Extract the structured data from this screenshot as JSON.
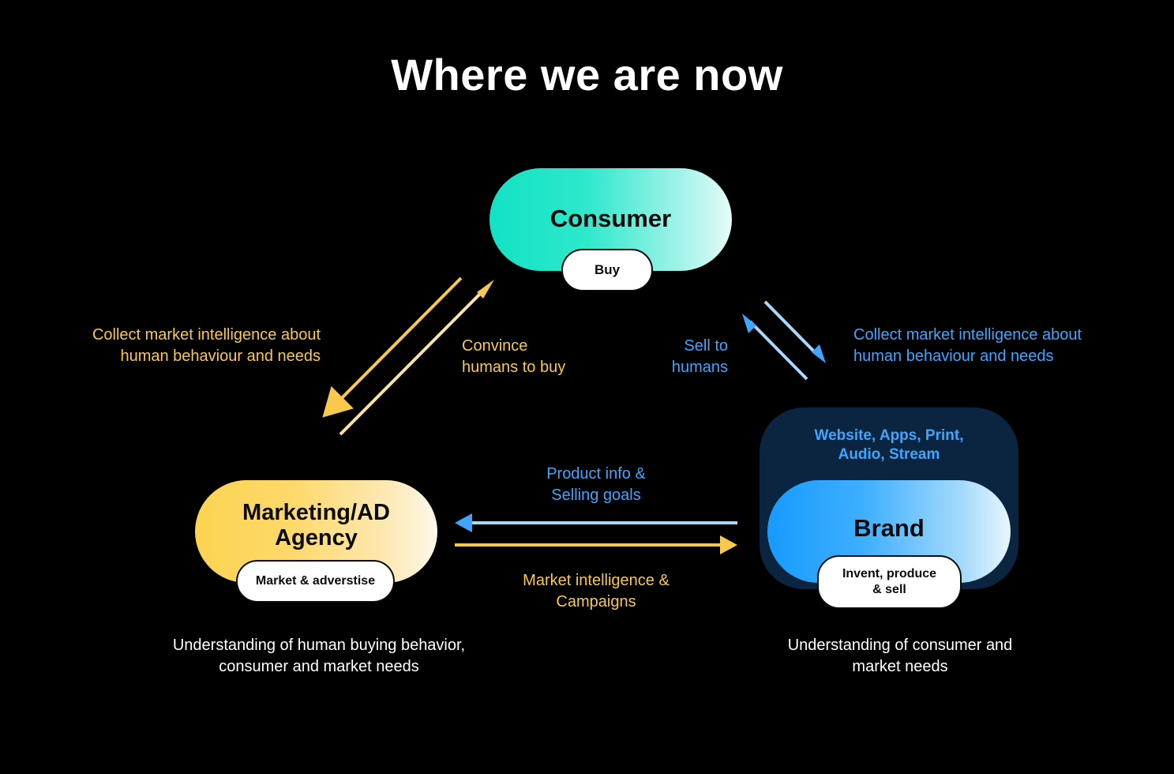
{
  "title": "Where we are now",
  "nodes": {
    "consumer": {
      "label": "Consumer",
      "tag": "Buy"
    },
    "agency": {
      "label": "Marketing/AD Agency",
      "tag": "Market & adverstise"
    },
    "brand": {
      "label": "Brand",
      "tag": "Invent, produce & sell",
      "channels": "Website, Apps, Print, Audio, Stream"
    }
  },
  "edge_labels": {
    "collect_left": "Collect market intelligence about human behaviour and needs",
    "convince": "Convince humans to buy",
    "sell": "Sell to humans",
    "collect_right": "Collect market intelligence about human behaviour and needs",
    "product_info": "Product info & Selling goals",
    "market_intel": "Market intelligence & Campaigns"
  },
  "descriptions": {
    "agency": "Understanding of human buying behavior, consumer and market needs",
    "brand": "Understanding of consumer and market needs"
  },
  "colors": {
    "background": "#000000",
    "yellow": "#f9c94e",
    "yellow_light": "#fde3a3",
    "blue": "#3ea6ff",
    "blue_light": "#a9d8ff",
    "teal": "#12e2c4",
    "brand_container": "#0b2540"
  }
}
